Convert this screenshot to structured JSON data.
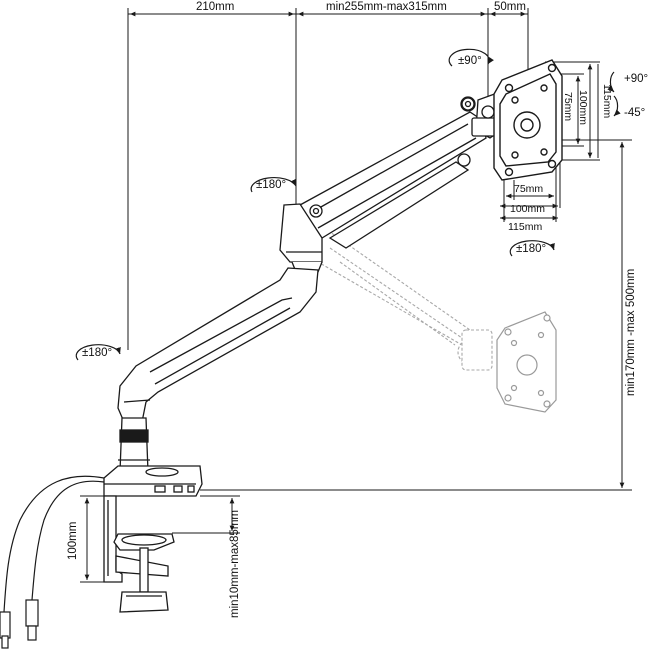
{
  "dimensions": {
    "top_left": "210mm",
    "top_mid": "min255mm-max315mm",
    "top_right": "50mm",
    "vesa_inner_w": "75mm",
    "vesa_mid_w": "100mm",
    "vesa_outer_w": "115mm",
    "vesa_inner_h": "75mm",
    "vesa_mid_h": "100mm",
    "vesa_outer_h": "115mm",
    "height_range": "min170mm -max 500mm",
    "clamp_height": "100mm",
    "desk_thickness": "min10mm-max85mm"
  },
  "rotations": {
    "head_swivel": "±90°",
    "tilt_up": "+90°",
    "tilt_down": "-45°",
    "mid_joint": "±180°",
    "base_joint": "±180°",
    "panel_rotate": "±180°"
  },
  "colors": {
    "line": "#1a1a1a",
    "ghost": "#9a9a9a",
    "fill": "#ffffff"
  }
}
